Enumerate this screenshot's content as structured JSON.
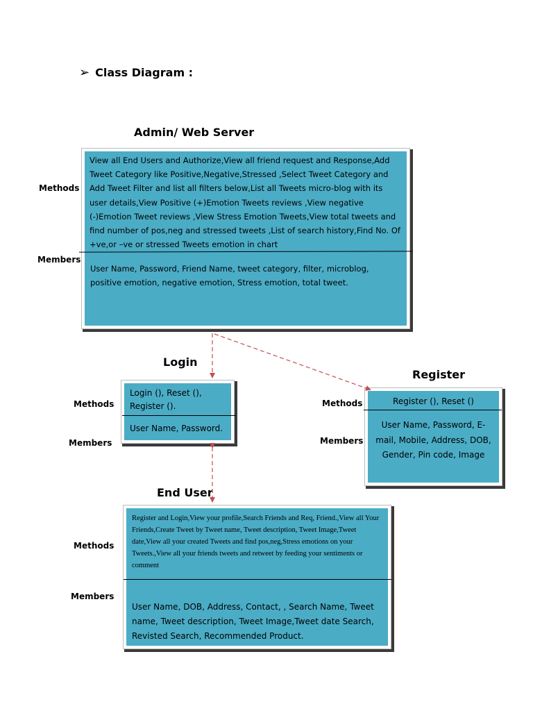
{
  "page": {
    "bullet": "➢",
    "title": "Class Diagram :"
  },
  "labels": {
    "methods": "Methods",
    "members": "Members"
  },
  "admin": {
    "title": "Admin/ Web  Server",
    "methods": "View all End Users and Authorize,View all friend request and Response,Add Tweet Category like Positive,Negative,Stressed ,Select Tweet Category and Add Tweet Filter and list all filters below,List  all Tweets micro-blog  with its user details,View Positive (+)Emotion Tweets  reviews ,View negative (-)Emotion Tweet reviews ,View Stress Emotion Tweets,View total tweets and find number of pos,neg and stressed tweets ,List of search history,Find No. Of  +ve,or –ve or stressed  Tweets emotion in chart",
    "members": "User Name, Password, Friend Name, tweet category,  filter, microblog, positive emotion, negative emotion, Stress emotion, total tweet."
  },
  "login": {
    "title": "Login",
    "methods": "Login (), Reset (), Register ().",
    "members": "User Name, Password."
  },
  "register": {
    "title": "Register",
    "methods": "Register (), Reset ()",
    "members": "User Name, Password, E-mail, Mobile, Address, DOB, Gender, Pin code, Image"
  },
  "enduser": {
    "title": "End User",
    "methods": "Register and Login,View your profile,Search Friends and Req, Friend.,View all Your Friends,Create Tweet by Tweet name, Tweet description, Tweet Image,Tweet date,View all your created Tweets and find  pos,neg,Stress emotions on your Tweets.,View all your friends tweets and retweet by feeding your sentiments or comment",
    "members": "User Name, DOB, Address, Contact, , Search Name, Tweet name,  Tweet description, Tweet Image,Tweet date Search, Revisted Search, Recommended Product."
  },
  "colors": {
    "box_fill": "#4bacc6",
    "connector": "#c0504d"
  }
}
